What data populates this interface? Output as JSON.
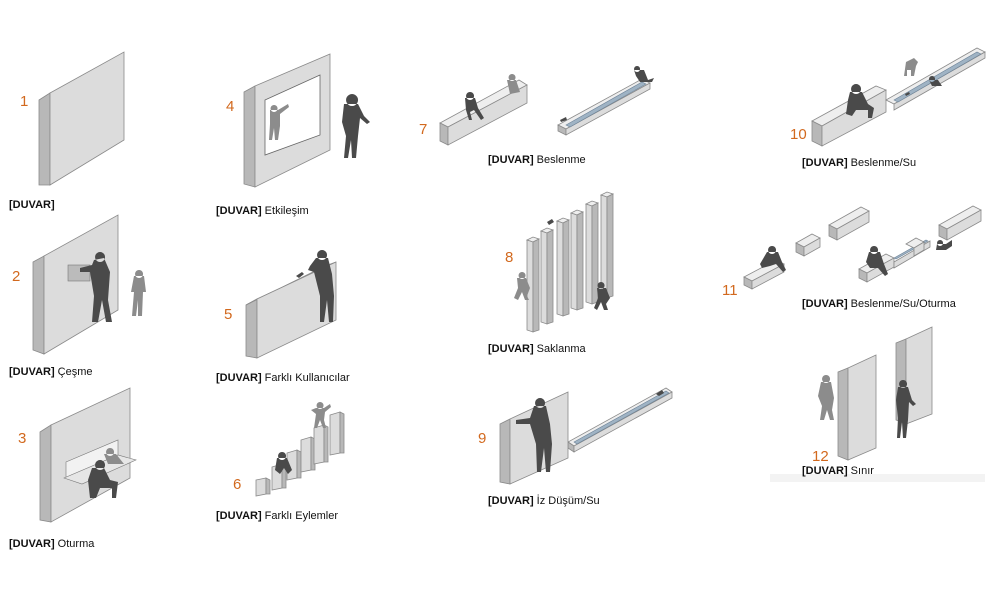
{
  "captions": {
    "prefix": "[DUVAR]",
    "p1": "",
    "p2": " Çeşme",
    "p3": " Oturma",
    "p4": " Etkileşim",
    "p5": " Farklı Kullanıcılar",
    "p6": " Farklı Eylemler",
    "p7": " Beslenme",
    "p8": " Saklanma",
    "p9": " İz Düşüm/Su",
    "p10": " Beslenme/Su",
    "p11": " Beslenme/Su/Oturma",
    "p12": " Sınır"
  },
  "numbers": {
    "n1": "1",
    "n2": "2",
    "n3": "3",
    "n4": "4",
    "n5": "5",
    "n6": "6",
    "n7": "7",
    "n8": "8",
    "n9": "9",
    "n10": "10",
    "n11": "11",
    "n12": "12"
  },
  "colors": {
    "number": "#d2691e",
    "wall_front": "#dcdcdc",
    "wall_side": "#b8b8b8",
    "figure": "#4a4a4a",
    "water": "#9fb3c4"
  }
}
